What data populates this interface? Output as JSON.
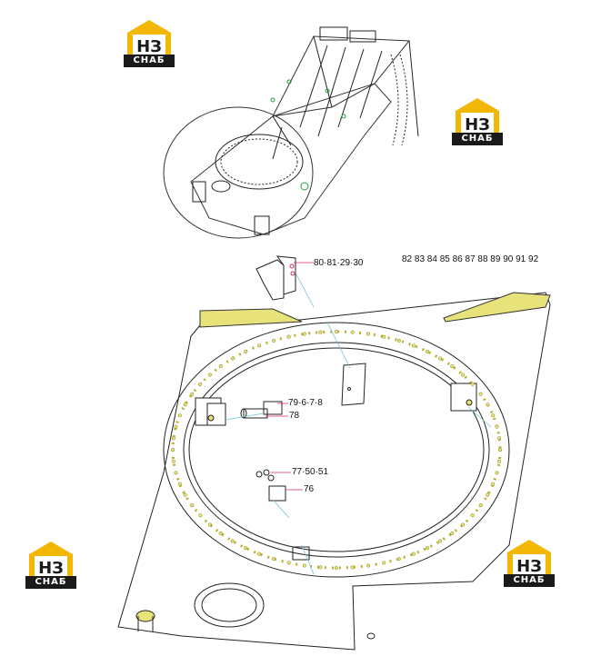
{
  "brand": {
    "logo_text": "СНАБ",
    "logo_mark": "НЗ",
    "colors": {
      "accent": "#f2b705",
      "dark": "#1a1a1a",
      "highlight": "#e8e27a",
      "leader": "#d42d5a",
      "guide": "#6cc6d8"
    }
  },
  "callouts": {
    "c1": "80·81·29·30",
    "c2": "82 83 84 85 86 87 88 89 90 91 92",
    "c3": "79·6·7·8",
    "c4": "78",
    "c5": "77·50·51",
    "c6": "76"
  }
}
